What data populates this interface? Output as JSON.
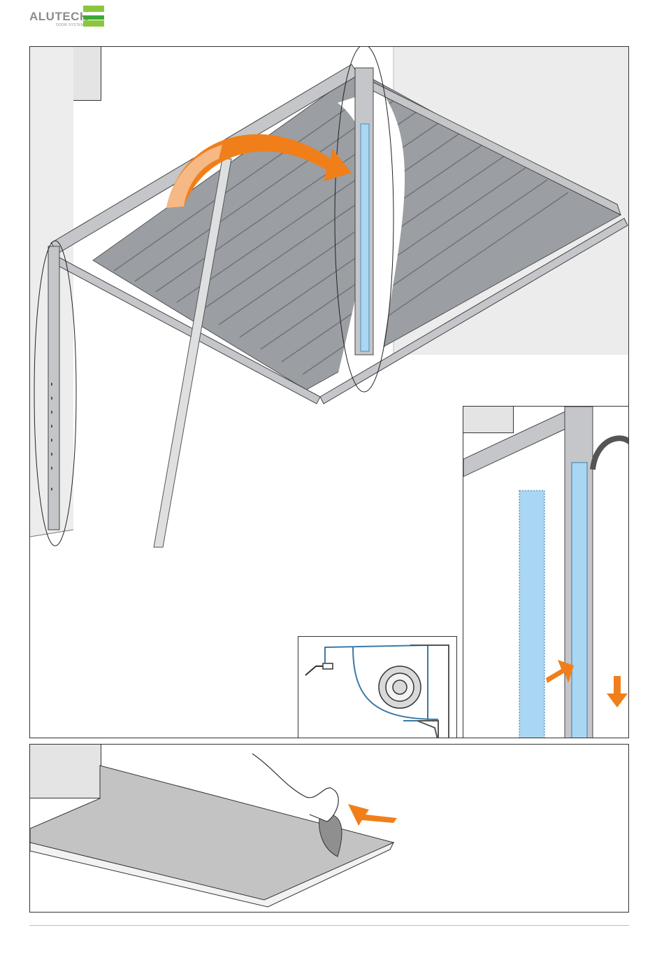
{
  "logo": {
    "brand": "ALUTECH",
    "tagline": "DOOR SYSTEMS",
    "colors": {
      "green_light": "#8cc63f",
      "green_dark": "#3aa935",
      "text": "#8a8d90"
    }
  },
  "colors": {
    "seal_blue": "#a9d6f2",
    "arrow_orange": "#f07f1a",
    "arrow_orange_light": "#f6b884",
    "panel_grey": "#9b9ea2",
    "step_box_grey": "#e4e4e4"
  },
  "figures": {
    "main": {
      "icon": "garage-door-installation-illustration"
    },
    "detail": {
      "icon": "seal-profile-cross-section"
    },
    "zoom": {
      "icon": "vertical-seal-insertion"
    },
    "bottom": {
      "icon": "protective-film-removal"
    }
  }
}
